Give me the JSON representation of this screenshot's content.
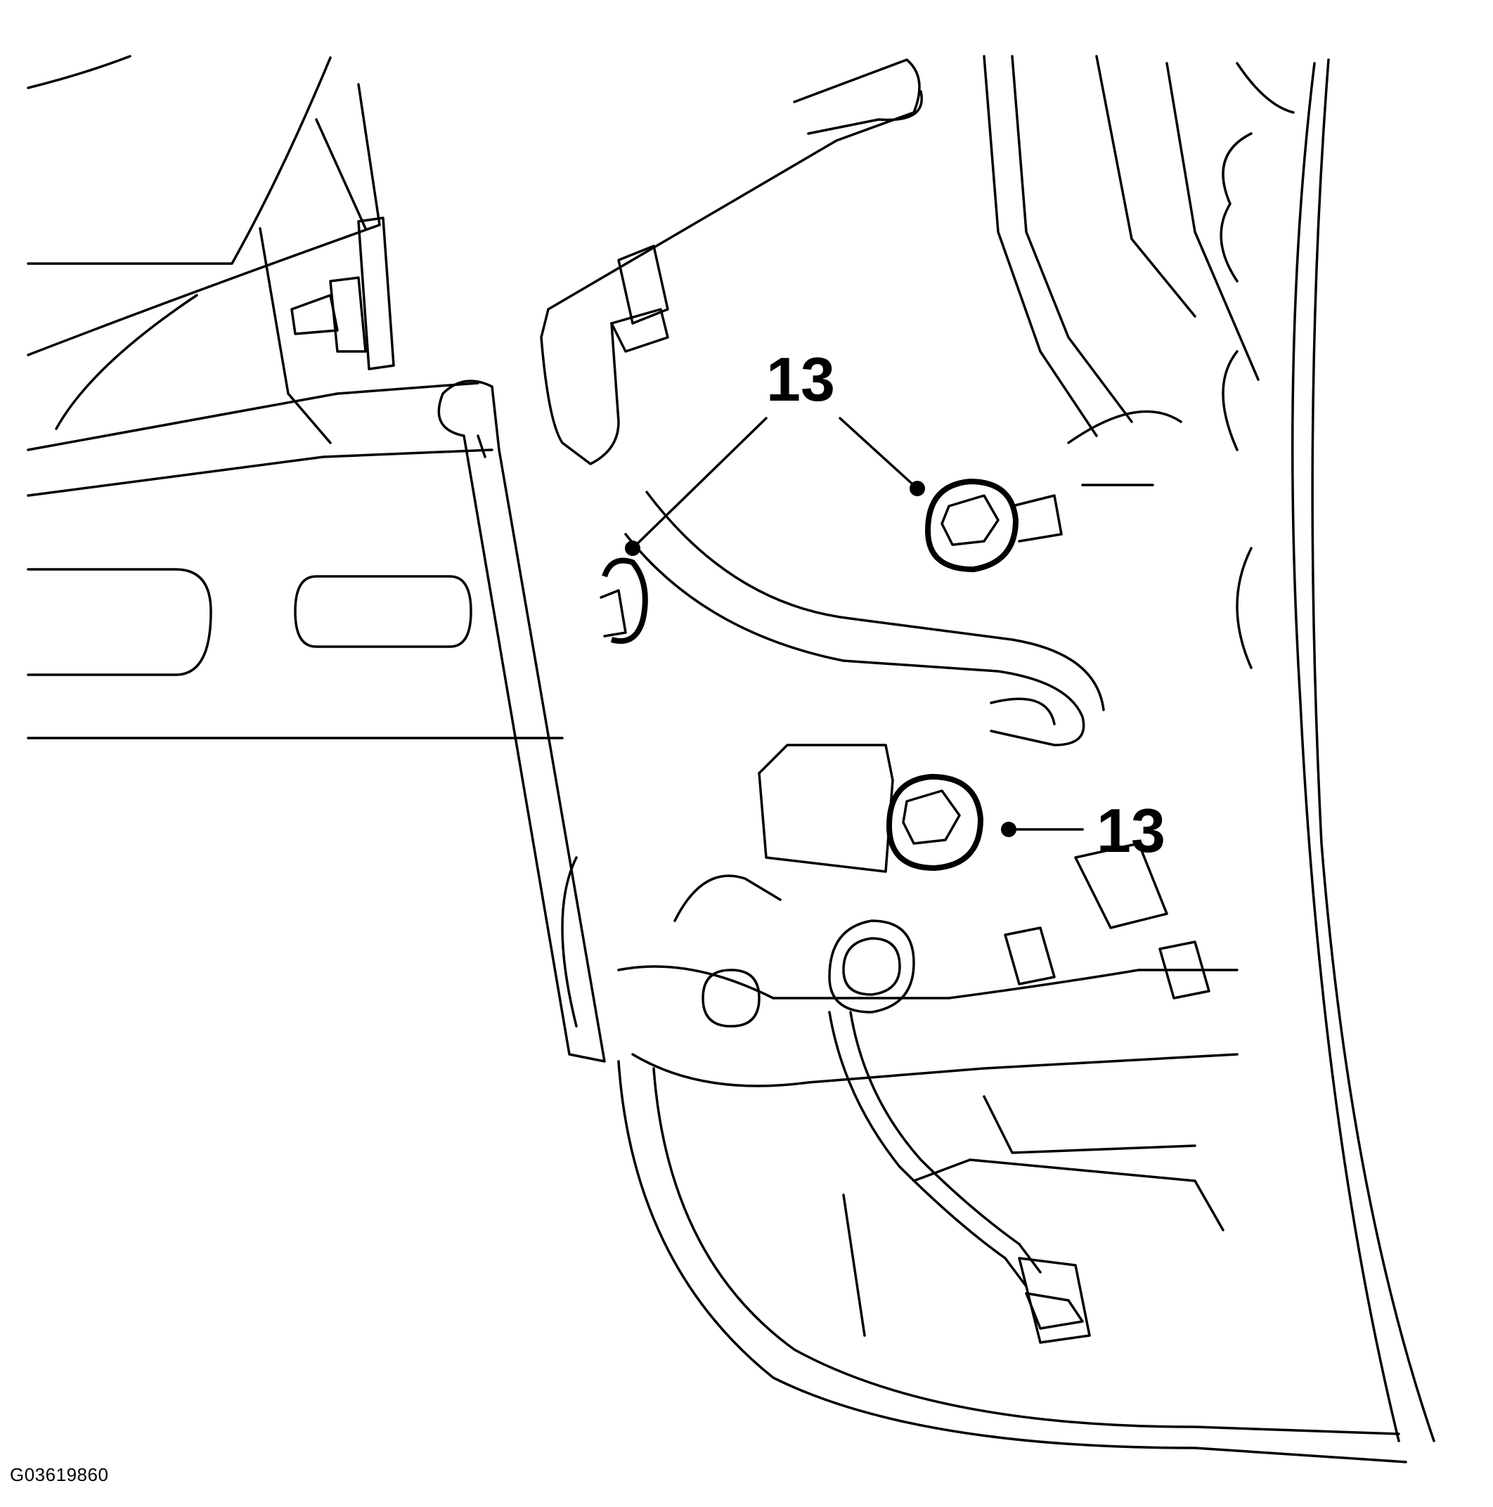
{
  "figure": {
    "reference_code": "G03619860"
  },
  "callouts": [
    {
      "label": "13"
    },
    {
      "label": "13"
    }
  ]
}
